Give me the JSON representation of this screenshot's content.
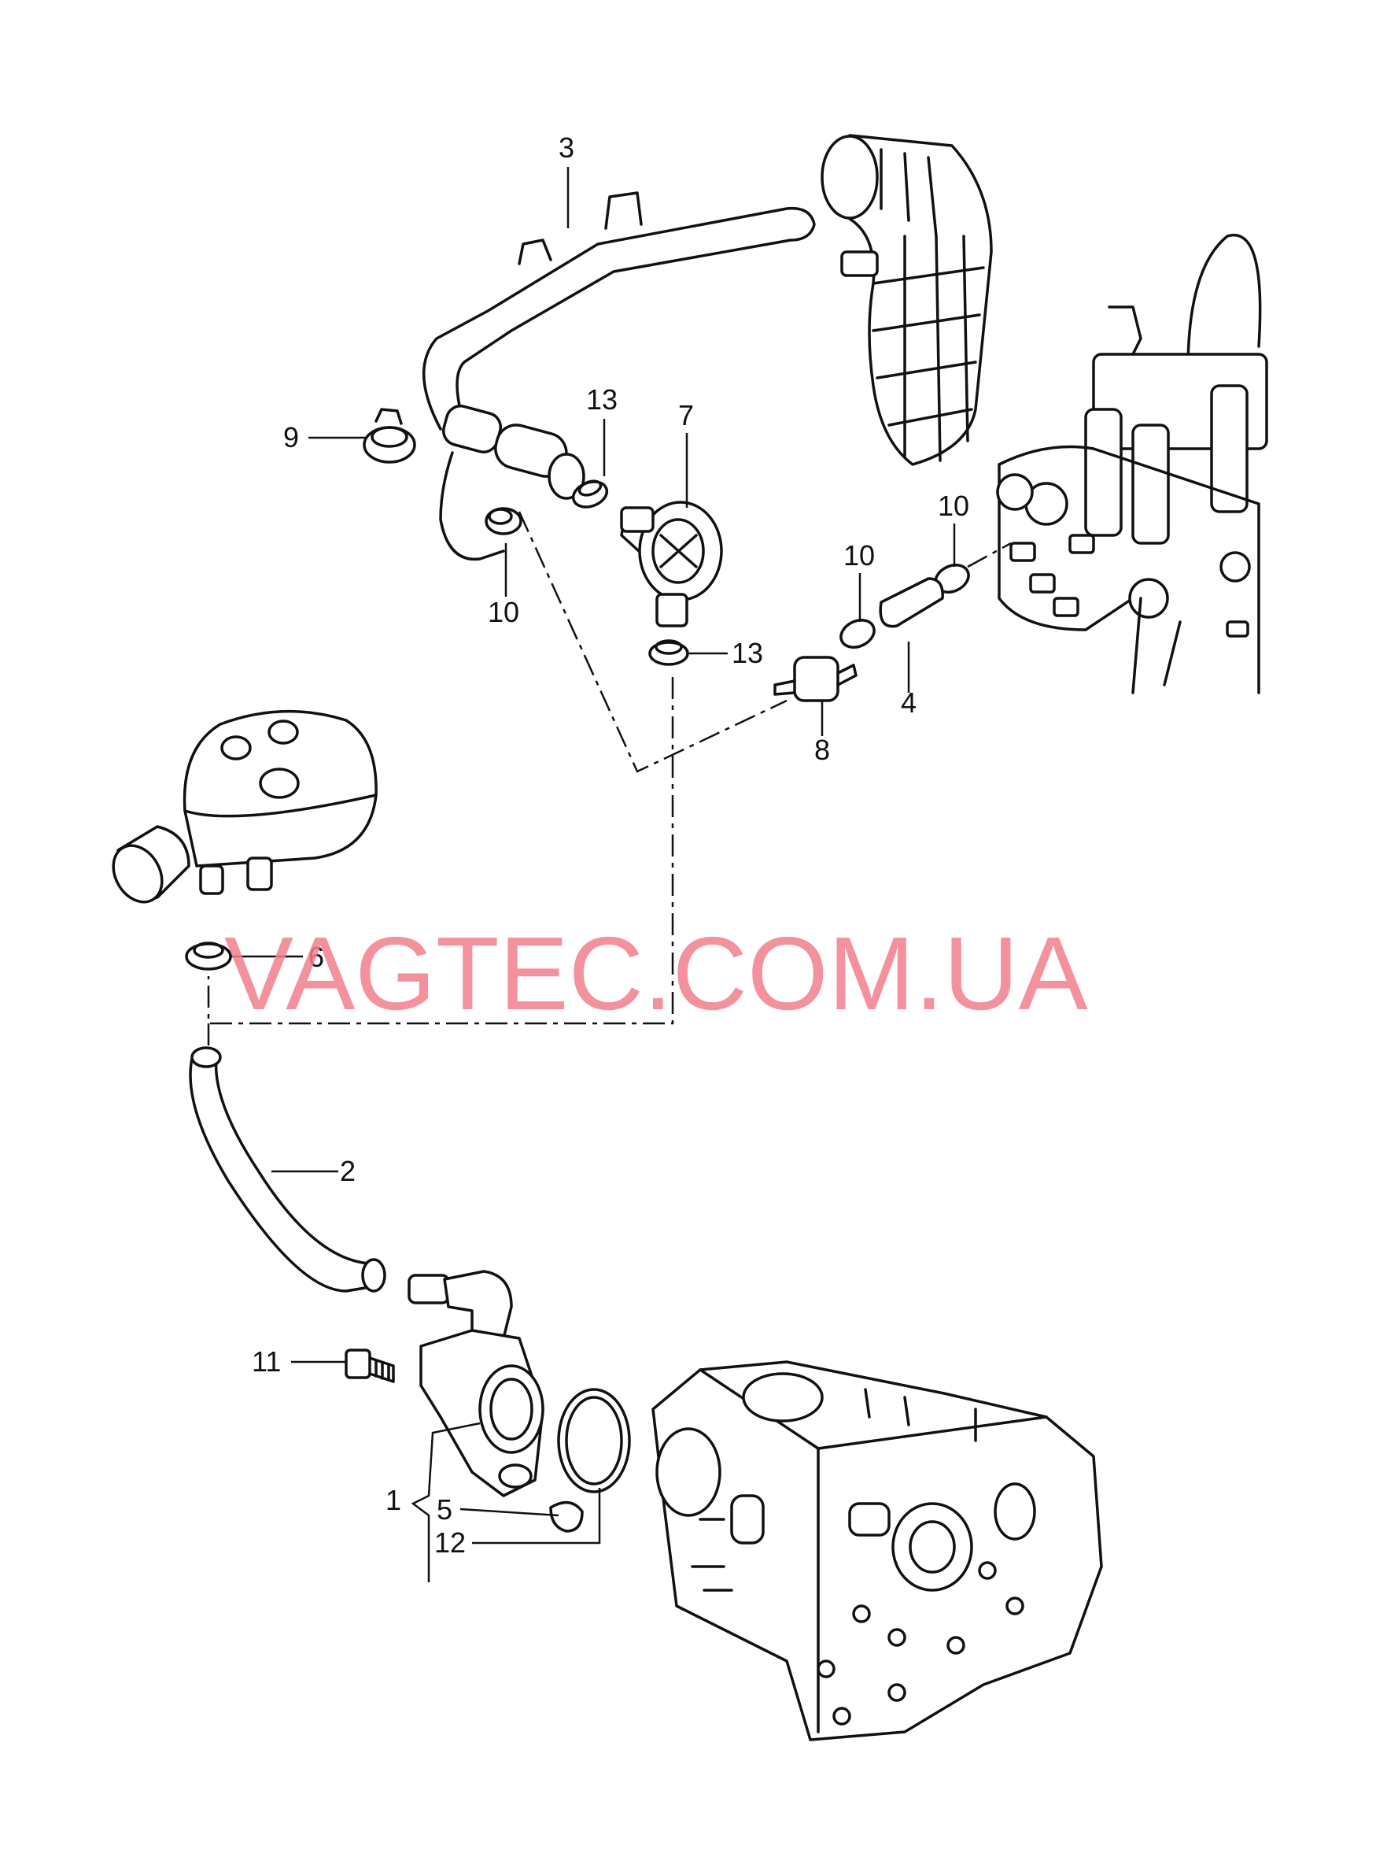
{
  "watermark": "VAGTEC.COM.UA",
  "callouts": {
    "c1": "1",
    "c2": "2",
    "c3": "3",
    "c4": "4",
    "c5": "5",
    "c6": "6",
    "c7": "7",
    "c8": "8",
    "c9": "9",
    "c10a": "10",
    "c10b": "10",
    "c10c": "10",
    "c11": "11",
    "c12": "12",
    "c13a": "13",
    "c13b": "13"
  },
  "colors": {
    "line": "#111111",
    "watermark": "#f27f8c",
    "background": "#ffffff"
  }
}
